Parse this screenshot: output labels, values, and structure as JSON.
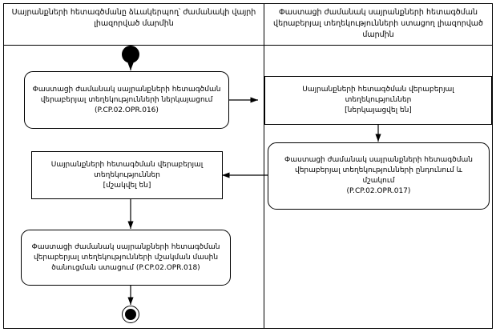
{
  "diagram": {
    "type": "activity-diagram",
    "swimlanes": [
      {
        "id": "left",
        "title_line1": "Սայրանքների հետագծմանը ձևակերպող՝ ժամանակի վայրի",
        "title_line2": "լիազորված մարմին"
      },
      {
        "id": "right",
        "title_line1": "Փաստացի ժամանակ սայրանքների հետագծման",
        "title_line2": "վերաբերյալ տեղեկությունների ստացող լիազորված մարմին"
      }
    ],
    "nodes": [
      {
        "id": "start",
        "name": "start-node",
        "shape": "filled-circle",
        "label": ""
      },
      {
        "id": "n1",
        "name": "activity-node-1",
        "shape": "rounded-rect",
        "lines": [
          "Փաստացի ժամանակ սայրանքների հետագծման",
          "վերաբերյալ տեղեկությունների ներկայացում",
          "(P.CP.02.OPR.016)"
        ]
      },
      {
        "id": "n2",
        "name": "object-node-presented",
        "shape": "rect",
        "lines": [
          "Սայրանքների հետագծման վերաբերյալ",
          "տեղեկություններ",
          "[ներկայացվել են]"
        ]
      },
      {
        "id": "n3",
        "name": "activity-node-2",
        "shape": "rounded-rect",
        "lines": [
          "Փաստացի ժամանակ սայրանքների հետագծման",
          "վերաբերյալ տեղեկությունների ընդունում և",
          "մշակում",
          "(P.CP.02.OPR.017)"
        ]
      },
      {
        "id": "n4",
        "name": "object-node-processed",
        "shape": "rect",
        "lines": [
          "Սայրանքների հետագծման վերաբերյալ",
          "տեղեկություններ",
          "[մշակվել են]"
        ]
      },
      {
        "id": "n5",
        "name": "activity-node-3",
        "shape": "rounded-rect",
        "lines": [
          "Փաստացի ժամանակ սայրանքների հետագծման",
          "վերաբերյալ տեղեկությունների մշակման մասին",
          "ծանուցման ստացում (P.CP.02.OPR.018)"
        ]
      },
      {
        "id": "end",
        "name": "end-node",
        "shape": "bullseye",
        "label": ""
      }
    ],
    "edges": [
      {
        "from": "start",
        "to": "n1",
        "name": "flow-start-to-n1"
      },
      {
        "from": "n1",
        "to": "n2",
        "name": "flow-n1-to-n2"
      },
      {
        "from": "n2",
        "to": "n3",
        "name": "flow-n2-to-n3"
      },
      {
        "from": "n3",
        "to": "n4",
        "name": "flow-n3-to-n4"
      },
      {
        "from": "n4",
        "to": "n5",
        "name": "flow-n4-to-n5"
      },
      {
        "from": "n5",
        "to": "end",
        "name": "flow-n5-to-end"
      }
    ],
    "colors": {
      "stroke": "#000000",
      "fill": "#ffffff",
      "text": "#000000"
    }
  }
}
